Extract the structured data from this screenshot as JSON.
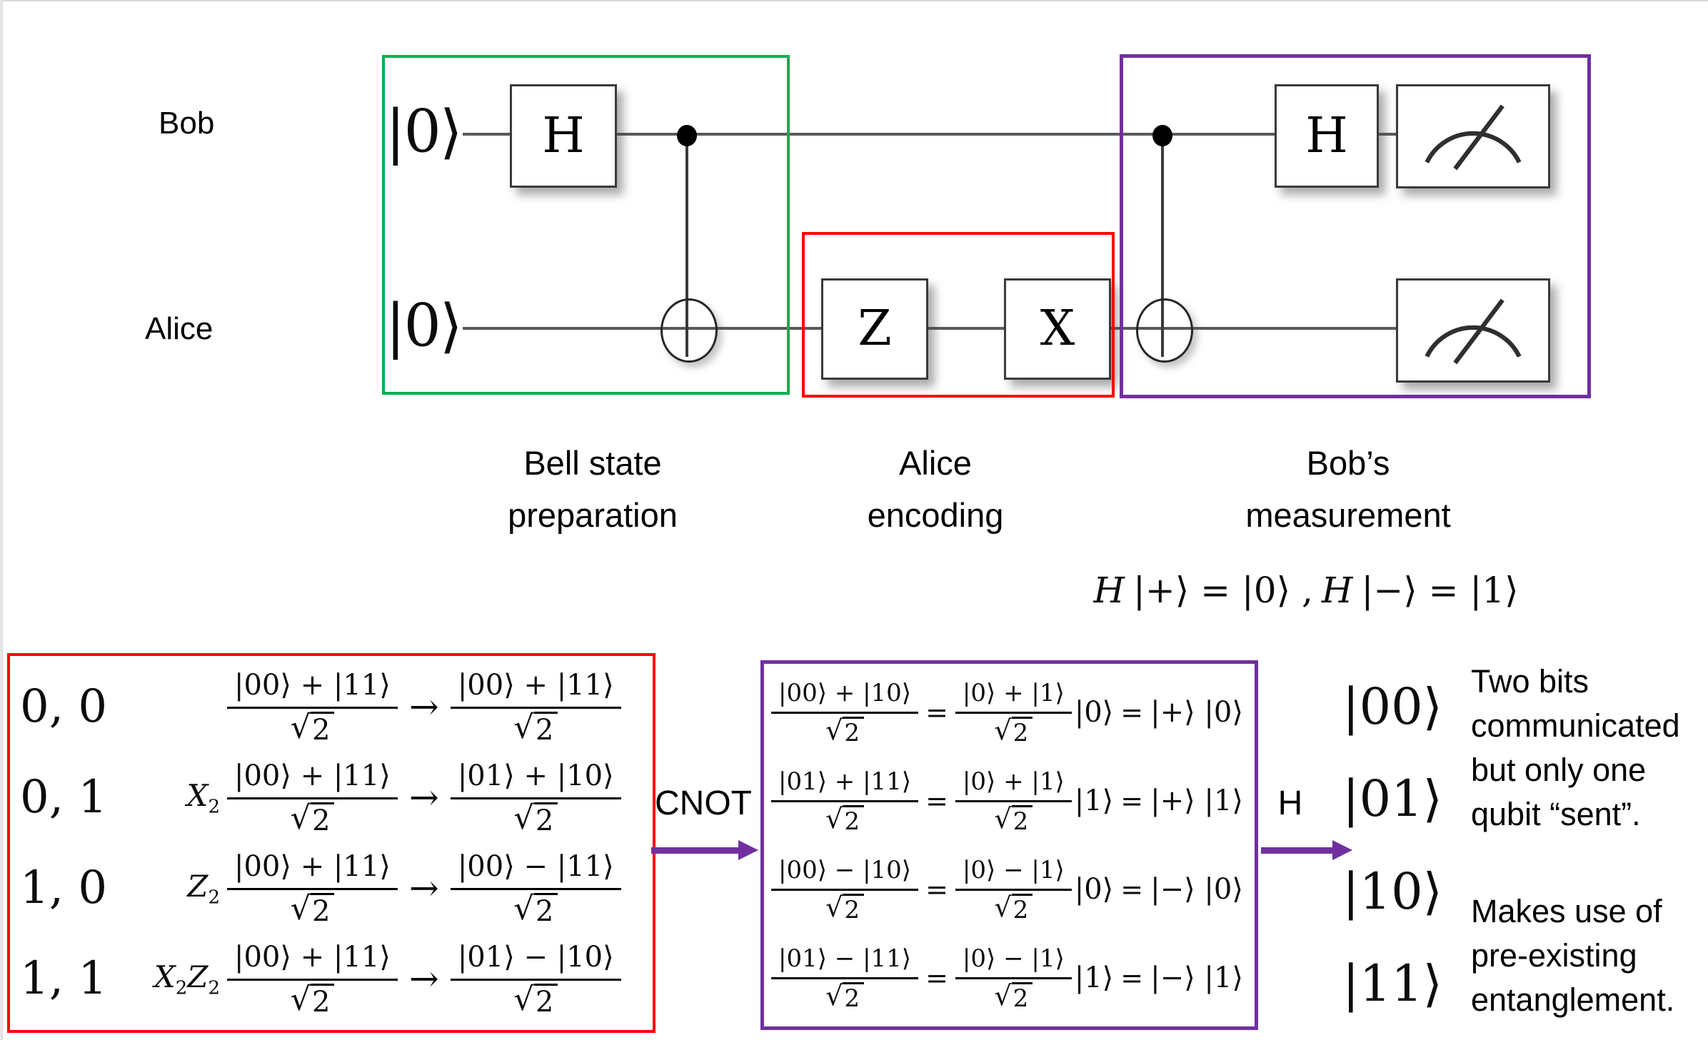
{
  "colors": {
    "bell_region": "#00B050",
    "encoding_region": "#FF0000",
    "measurement_region": "#7030A0",
    "bell_table_box": "#FF0000",
    "cnot_box": "#7030A0",
    "step_arrow": "#7030A0",
    "wire": "#595959"
  },
  "circuit": {
    "bob_label": "Bob",
    "alice_label": "Alice",
    "bob_init_ket": "|0⟩",
    "alice_init_ket": "|0⟩",
    "gate_h": "H",
    "gate_z": "Z",
    "gate_x": "X",
    "regions": {
      "bell": {
        "line1": "Bell state",
        "line2": "preparation"
      },
      "encoding": {
        "line1": "Alice",
        "line2": "encoding"
      },
      "measurement": {
        "line1": "Bob’s",
        "line2": "measurement"
      }
    }
  },
  "hadamard_identity": {
    "p0": "H",
    "p1": "|+⟩ = |0⟩ ,",
    "p2": "H",
    "p3": "|−⟩ = |1⟩"
  },
  "symbols": {
    "maps_arrow": "→",
    "equals": "=",
    "radical": "√",
    "rad_index": "2"
  },
  "bell_table": {
    "rows": [
      {
        "bits": "0, 0",
        "pb1": "",
        "ps1": "",
        "pb2": "",
        "ps2": "",
        "lhs_num": "|00⟩ + |11⟩",
        "rhs_num": "|00⟩ + |11⟩"
      },
      {
        "bits": "0, 1",
        "pb1": "X",
        "ps1": "2",
        "pb2": "",
        "ps2": "",
        "lhs_num": "|00⟩ + |11⟩",
        "rhs_num": "|01⟩ + |10⟩"
      },
      {
        "bits": "1, 0",
        "pb1": "Z",
        "ps1": "2",
        "pb2": "",
        "ps2": "",
        "lhs_num": "|00⟩ + |11⟩",
        "rhs_num": "|00⟩ − |11⟩"
      },
      {
        "bits": "1, 1",
        "pb1": "X",
        "ps1": "2",
        "pb2": "Z",
        "ps2": "2",
        "lhs_num": "|00⟩ + |11⟩",
        "rhs_num": "|01⟩ − |10⟩"
      }
    ]
  },
  "cnot_step": {
    "label": "CNOT",
    "rows": [
      {
        "lhs_num": "|00⟩ + |10⟩",
        "mid_num": "|0⟩ + |1⟩",
        "tail": "|0⟩",
        "result": "|+⟩ |0⟩"
      },
      {
        "lhs_num": "|01⟩ + |11⟩",
        "mid_num": "|0⟩ + |1⟩",
        "tail": "|1⟩",
        "result": "|+⟩ |1⟩"
      },
      {
        "lhs_num": "|00⟩ − |10⟩",
        "mid_num": "|0⟩ − |1⟩",
        "tail": "|0⟩",
        "result": "|−⟩ |0⟩"
      },
      {
        "lhs_num": "|01⟩ − |11⟩",
        "mid_num": "|0⟩ − |1⟩",
        "tail": "|1⟩",
        "result": "|−⟩ |1⟩"
      }
    ]
  },
  "h_step": {
    "label": "H",
    "kets": [
      "|00⟩",
      "|01⟩",
      "|10⟩",
      "|11⟩"
    ]
  },
  "notes": {
    "note1": [
      "Two bits",
      "communicated",
      "but only one",
      "qubit “sent”."
    ],
    "note2": [
      "Makes use of",
      "pre-existing",
      "entanglement."
    ]
  }
}
